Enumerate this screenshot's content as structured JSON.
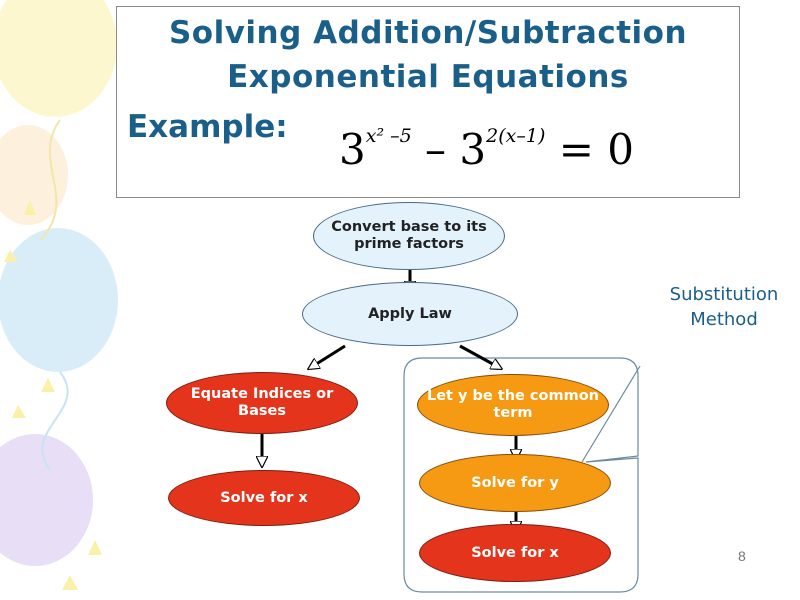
{
  "title": {
    "line1": "Solving Addition/Subtraction",
    "line2": "Exponential Equations"
  },
  "example_label": "Example:",
  "equation": {
    "base1": "3",
    "exp1": "x² –5",
    "minus": " – ",
    "base2": "3",
    "exp2": "2(x–1)",
    "rhs": " = 0"
  },
  "nodes": {
    "convert": "Convert base to its prime factors",
    "apply_law": "Apply Law",
    "equate": "Equate Indices or Bases",
    "solve_x_left": "Solve for x",
    "let_y": "Let y be the common term",
    "solve_y": "Solve for y",
    "solve_x_right": "Solve for x"
  },
  "callout": "Substitution Method",
  "page_number": "8",
  "colors": {
    "title": "#1a5e8a",
    "blue_node": "#e4f2fc",
    "red_node": "#e5341c",
    "orange_node": "#f59a12"
  }
}
